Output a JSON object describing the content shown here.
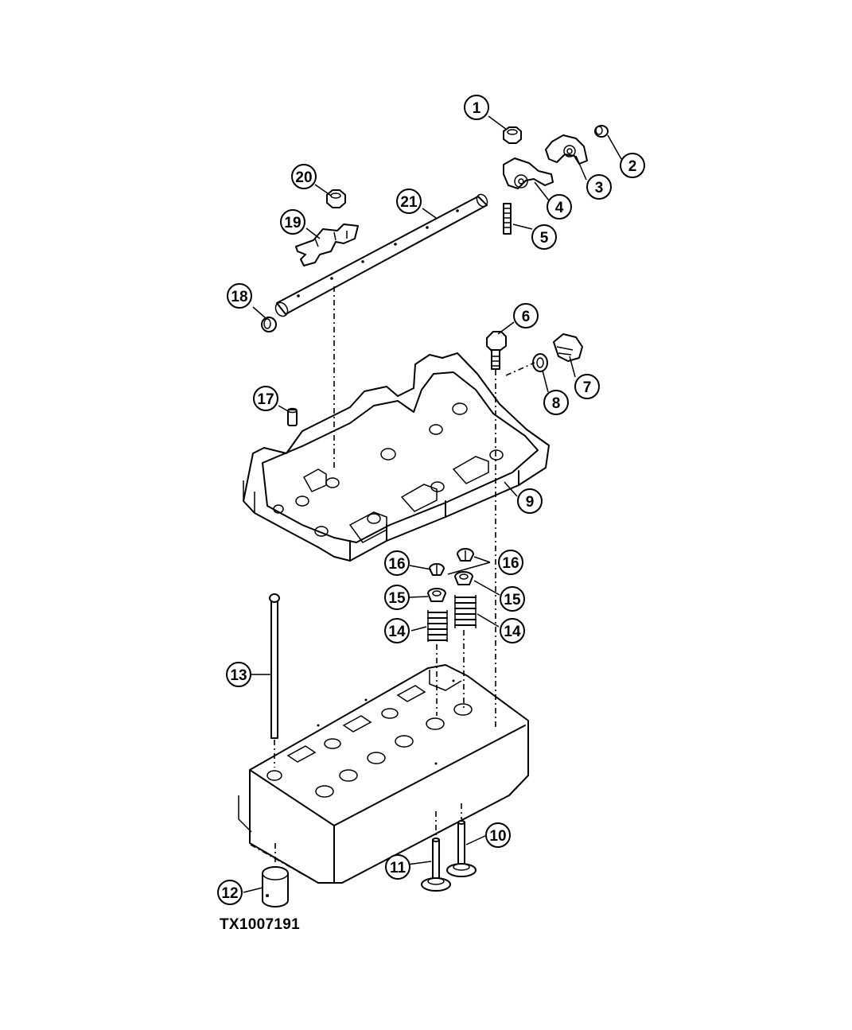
{
  "figure_id": "TX1007191",
  "callouts": [
    {
      "id": "c1",
      "label": "1"
    },
    {
      "id": "c2",
      "label": "2"
    },
    {
      "id": "c3",
      "label": "3"
    },
    {
      "id": "c4",
      "label": "4"
    },
    {
      "id": "c5",
      "label": "5"
    },
    {
      "id": "c6",
      "label": "6"
    },
    {
      "id": "c7",
      "label": "7"
    },
    {
      "id": "c8",
      "label": "8"
    },
    {
      "id": "c9",
      "label": "9"
    },
    {
      "id": "c10",
      "label": "10"
    },
    {
      "id": "c11",
      "label": "11"
    },
    {
      "id": "c12",
      "label": "12"
    },
    {
      "id": "c13",
      "label": "13"
    },
    {
      "id": "c14a",
      "label": "14"
    },
    {
      "id": "c14b",
      "label": "14"
    },
    {
      "id": "c15a",
      "label": "15"
    },
    {
      "id": "c15b",
      "label": "15"
    },
    {
      "id": "c16a",
      "label": "16"
    },
    {
      "id": "c16b",
      "label": "16"
    },
    {
      "id": "c17",
      "label": "17"
    },
    {
      "id": "c18",
      "label": "18"
    },
    {
      "id": "c19",
      "label": "19"
    },
    {
      "id": "c20",
      "label": "20"
    },
    {
      "id": "c21",
      "label": "21"
    }
  ]
}
